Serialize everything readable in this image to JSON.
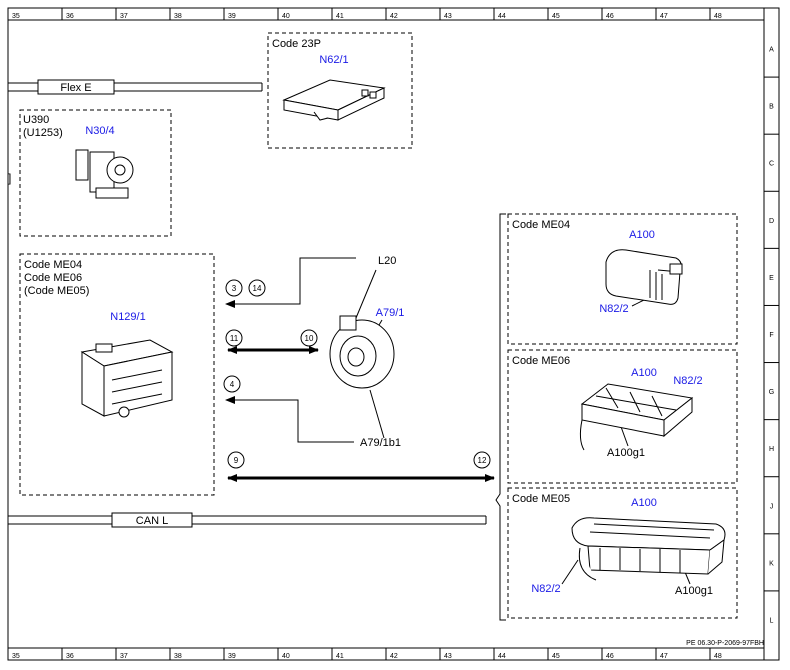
{
  "ruler": {
    "columns": [
      "35",
      "36",
      "37",
      "38",
      "39",
      "40",
      "41",
      "42",
      "43",
      "44",
      "45",
      "46",
      "47",
      "48"
    ],
    "rows": [
      "A",
      "B",
      "C",
      "D",
      "E",
      "F",
      "G",
      "H",
      "J",
      "K",
      "L"
    ]
  },
  "buses": {
    "flex_e": "Flex E",
    "can_l": "CAN L"
  },
  "groups": {
    "code_23p": {
      "code": "Code 23P",
      "component": "N62/1"
    },
    "u390": {
      "line1": "U390",
      "line2": "(U1253)",
      "component": "N30/4"
    },
    "n129": {
      "line1": "Code ME04",
      "line2": "Code ME06",
      "line3": "(Code ME05)",
      "component": "N129/1"
    },
    "me04": {
      "code": "Code ME04",
      "comp_a": "A100",
      "comp_b": "N82/2"
    },
    "me06": {
      "code": "Code ME06",
      "comp_a": "A100",
      "comp_b": "N82/2",
      "comp_c": "A100g1"
    },
    "me05": {
      "code": "Code ME05",
      "comp_a": "A100",
      "comp_b": "N82/2",
      "comp_c": "A100g1"
    }
  },
  "sensor": {
    "top": "L20",
    "main": "A79/1",
    "bottom": "A79/1b1"
  },
  "circles": [
    "3",
    "14",
    "11",
    "10",
    "4",
    "9",
    "12"
  ],
  "footer": {
    "reference": "PE 06.30-P-2069-97FBH"
  },
  "colors": {
    "component_label": "#1a1ae6",
    "line": "#000000"
  }
}
